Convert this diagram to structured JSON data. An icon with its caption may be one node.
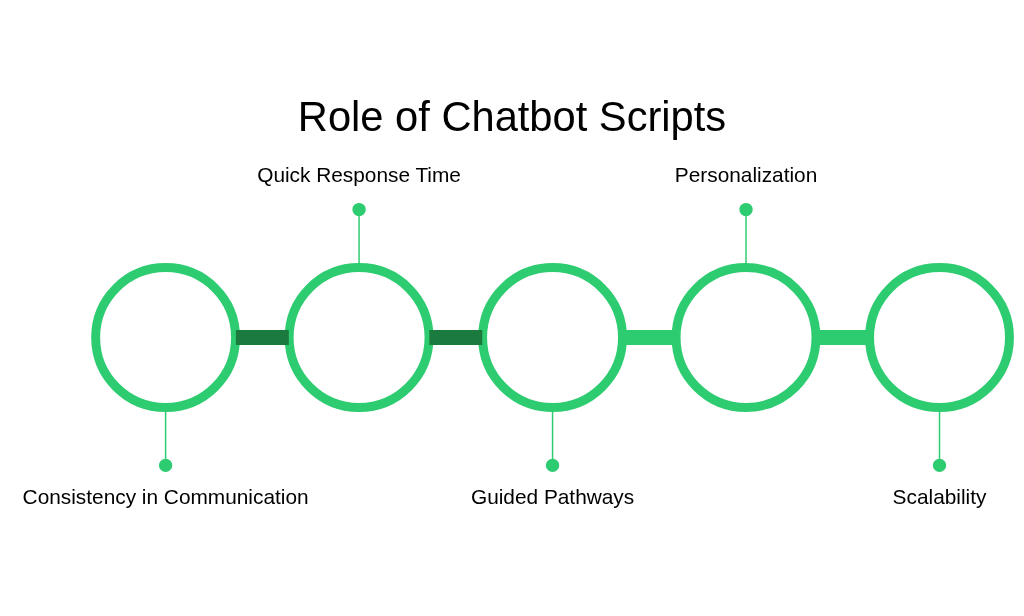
{
  "diagram": {
    "title": "Role of Chatbot Scripts",
    "nodes": [
      {
        "text": [
          "Consistency in Communication"
        ]
      },
      {
        "text": [],
        "shape": "circle"
      },
      {
        "text": [
          "Quick Response Time"
        ]
      },
      {
        "text": [],
        "shape": "circle"
      },
      {
        "text": [
          "Guided Pathways"
        ]
      },
      {
        "text": [],
        "shape": "circle"
      },
      {
        "text": [
          "Personalization"
        ]
      },
      {
        "text": [],
        "shape": "circle"
      },
      {
        "text": [
          "Scalability"
        ]
      },
      {
        "text": [],
        "shape": "circle"
      }
    ],
    "edges": [
      {
        "from": 0,
        "to": 1,
        "arrow": "other"
      },
      {
        "from": 2,
        "to": 3,
        "arrow": "other"
      },
      {
        "from": 4,
        "to": 5,
        "arrow": "other"
      },
      {
        "from": 6,
        "to": 7,
        "arrow": "other"
      },
      {
        "from": 8,
        "to": 9,
        "arrow": "other"
      },
      {
        "from": 1,
        "to": 3,
        "arrow": "none",
        "style": "thick",
        "color": "#1b7a3d"
      },
      {
        "from": 3,
        "to": 5,
        "arrow": "none",
        "style": "thick",
        "color": "#1b7a3d"
      },
      {
        "from": 5,
        "to": 7,
        "arrow": "none",
        "style": "thick"
      },
      {
        "from": 7,
        "to": 9,
        "arrow": "none",
        "style": "thick"
      }
    ]
  }
}
